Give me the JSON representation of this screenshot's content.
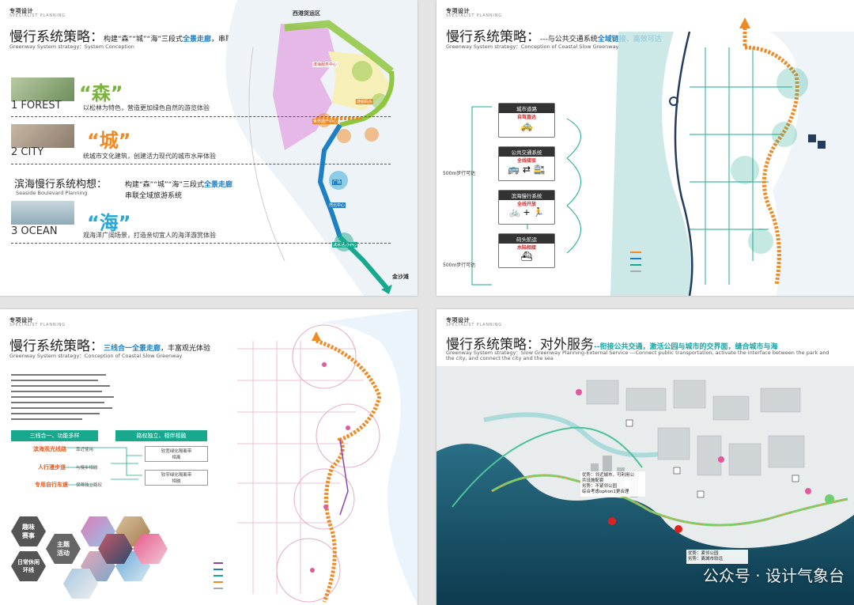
{
  "slide1": {
    "tag": "专项设计",
    "tag_en": "SPECIALIST PLANNING",
    "title_main": "慢行系统策略：",
    "title_sub1": "构建“森”“城”“海”三段式",
    "title_hl": "全景走廊",
    "title_sub2": "，串联全域旅游系统",
    "subtitle_en": "Greenway System strategy：System Conception",
    "items": [
      {
        "num_label": "1 FOREST",
        "cn": "“森”",
        "desc": "以松林为特色，营造更加绿色自然的游览体验"
      },
      {
        "num_label": "2 CITY",
        "cn": "“城”",
        "desc": "统城市文化建筑，创建活力现代的城市水岸体验"
      },
      {
        "num_label": "3 OCEAN",
        "cn": "“海”",
        "desc": "观海洋广阔场景，打造亲切宜人的海洋游赏体验"
      }
    ],
    "concept_title": "滨海慢行系统构想",
    "concept_colon": "：",
    "concept_en": "Seaside Boulevard Planning",
    "concept_desc_1": "构建“森”“城”“海”三段式",
    "concept_desc_hl": "全景走廊",
    "concept_desc_2": "串联全域旅游系统",
    "map_labels": {
      "top": "西港货运区",
      "bottom": "金沙滩",
      "n1": "滨海服务中心",
      "n2": "游船码头",
      "n3": "世界遗产中心",
      "n4": "广场",
      "n5": "湾北中心",
      "n6": "滨水活力中心"
    }
  },
  "slide2": {
    "tag": "专项设计",
    "tag_en": "SPECIALIST PLANNING",
    "title_main": "慢行系统策略：",
    "title_sub": "---与公共交通系统",
    "title_hl": "全域链接、高效可达",
    "subtitle_en": "Greenway System strategy：Conception of Coastal Slow Greenway",
    "boxes": [
      {
        "head": "城市道路",
        "accent": "自驾直达",
        "icon": "🚕"
      },
      {
        "head": "公共交通系统",
        "accent": "全线接驳",
        "icon": "🚌 ⇄ 🚉"
      },
      {
        "head": "滨海慢行系统",
        "accent": "全线开放",
        "icon": "🚲 + 🏃"
      },
      {
        "head": "码头航运",
        "accent": "水陆相接",
        "icon": "⛴"
      }
    ],
    "walk1": "500m步行可达",
    "walk2": "500m步行可达"
  },
  "slide3": {
    "tag": "专项设计",
    "tag_en": "SPECIALIST PLANNING",
    "title_main": "慢行系统策略：",
    "title_hl": "三线合一全景走廊",
    "title_sub": "，丰富观光体验",
    "subtitle_en": "Greenway System strategy：Conception of Coastal Slow Greenway",
    "tags": [
      "三线合一、功能多样",
      "路权独立、相伴相融"
    ],
    "lanes": [
      {
        "label": "滨海观光线路",
        "note": "靠近使用"
      },
      {
        "label": "人行漫步道",
        "note": "与慢步相融"
      },
      {
        "label": "专用自行车道",
        "note": "保障独立路权"
      }
    ],
    "options": [
      "较宽绿化隔离带\n相离",
      "较窄绿化隔离带\n相融"
    ],
    "hexes": [
      "趣味\n赛事",
      "主题\n活动",
      "日常休闲\n环线"
    ]
  },
  "slide4": {
    "tag": "专项设计",
    "tag_en": "SPECIALIST PLANNING",
    "title_main": "慢行系统策略：对外服务",
    "title_hl": "--衔接公共交通，激活公园与城市的交界面，缝合城市与海",
    "subtitle_en_1": "Greenway System strategy：Slow Greenway Planning-External Service ---Connect public transportation, activate the interface between the park and",
    "subtitle_en_2": "the city, and connect the city and the sea",
    "note1": "优势：邻近城市，可利用公\n共设施配套\n劣势：不紧邻公园\n综合考虑option1更合理",
    "note2": "优势：紧邻公园\n劣势：离城市较远",
    "watermark": "公众号 · 设计气象台"
  }
}
